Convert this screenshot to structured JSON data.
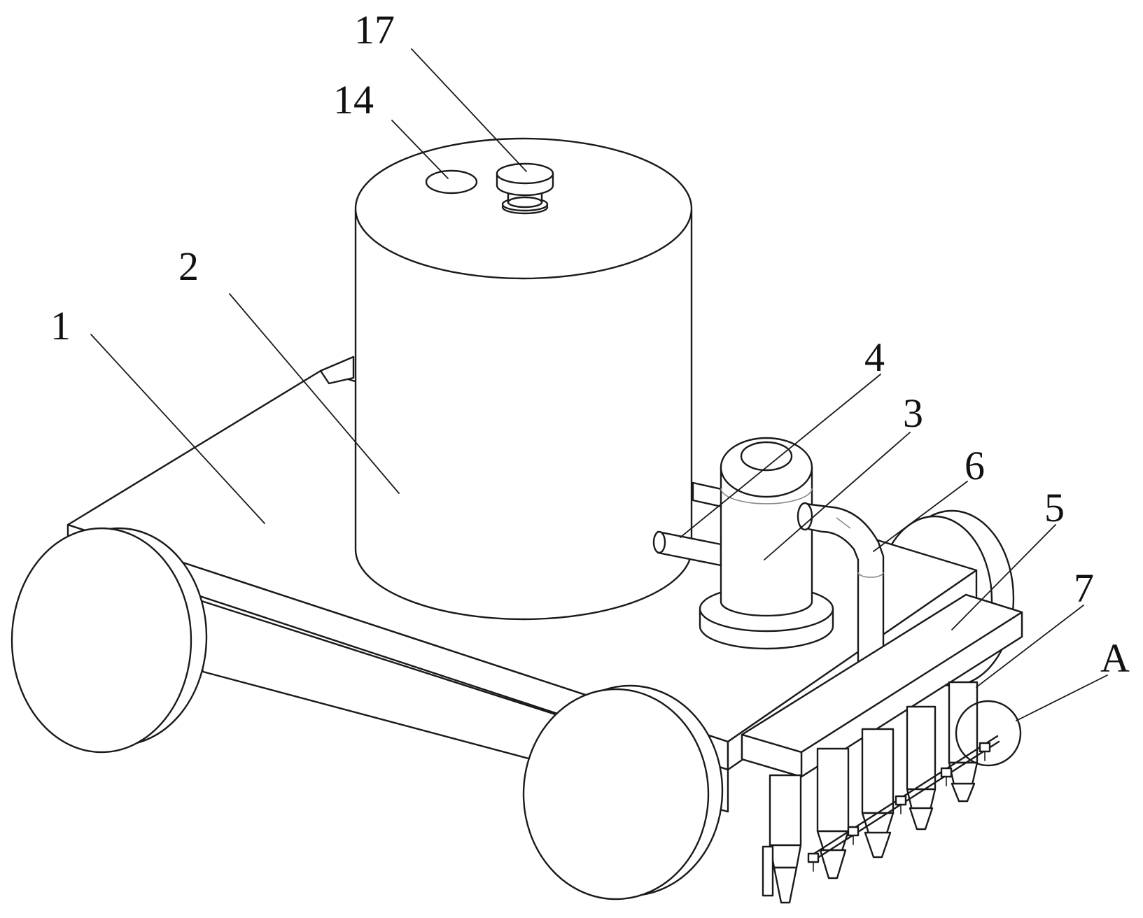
{
  "callouts": {
    "label_1": "1",
    "label_2": "2",
    "label_3": "3",
    "label_4": "4",
    "label_5": "5",
    "label_6": "6",
    "label_7": "7",
    "label_14": "14",
    "label_17": "17",
    "label_A": "A"
  },
  "colors": {
    "line": "#1a1a1a",
    "background": "#ffffff"
  }
}
